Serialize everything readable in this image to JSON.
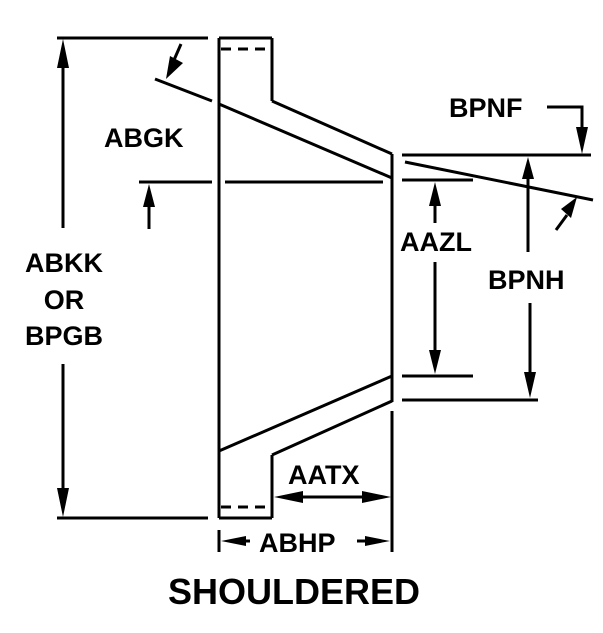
{
  "diagram": {
    "title": "SHOULDERED",
    "labels": {
      "abgk": "ABGK",
      "abkk_line1": "ABKK",
      "abkk_line2": "OR",
      "abkk_line3": "BPGB",
      "bpnf": "BPNF",
      "aazl": "AAZL",
      "bpnh": "BPNH",
      "aatx": "AATX",
      "abhp": "ABHP"
    },
    "colors": {
      "ink": "#000000",
      "background": "#ffffff"
    }
  }
}
